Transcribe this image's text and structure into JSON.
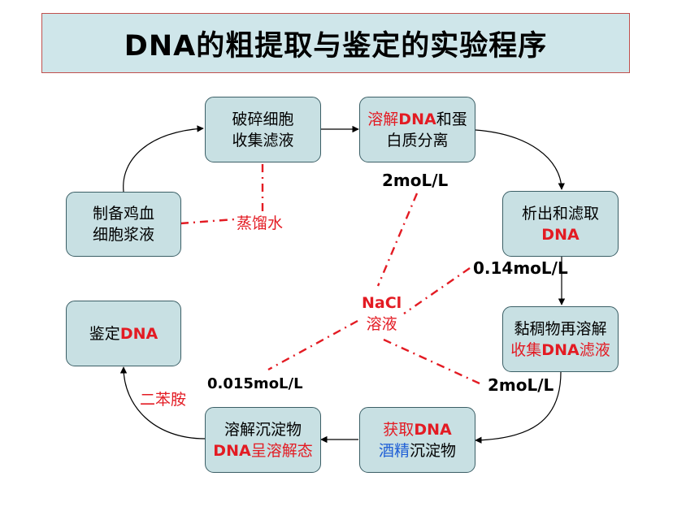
{
  "title": "DNA的粗提取与鉴定的实验程序",
  "nodes": {
    "prepare": {
      "line1": "制备鸡血",
      "line2": "细胞浆液"
    },
    "break": {
      "line1": "破碎细胞",
      "line2": "收集滤液"
    },
    "dissolve": {
      "line1a": "溶解",
      "line1b": "DNA",
      "line1c": "和蛋",
      "line2": "白质分离"
    },
    "precipitate": {
      "line1": "析出和滤取",
      "line2": "DNA"
    },
    "redissolve": {
      "line1": "黏稠物再溶解",
      "line2a": "收集",
      "line2b": "DNA",
      "line2c": "滤液"
    },
    "obtain": {
      "line1a": "获取",
      "line1b": "DNA",
      "line2a": "酒精",
      "line2b": "沉淀物"
    },
    "dissolve_precip": {
      "line1": "溶解沉淀物",
      "line2a": "DNA",
      "line2b": "呈溶解态"
    },
    "identify": {
      "line1a": "鉴定",
      "line1b": "DNA"
    }
  },
  "labels": {
    "water": "蒸馏水",
    "nacl_line1": "NaCl",
    "nacl_line2": "溶液",
    "conc_2a": "2moL/L",
    "conc_014": "0.14moL/L",
    "conc_2b": "2moL/L",
    "conc_0015": "0.015moL/L",
    "reagent": "二苯胺"
  },
  "colors": {
    "title_bg": "#cfe6ea",
    "title_border": "#c0504d",
    "node_bg": "#c8e0e3",
    "node_border": "#3b5f66",
    "accent_red": "#e31b23",
    "accent_blue": "#1f5fd6"
  }
}
